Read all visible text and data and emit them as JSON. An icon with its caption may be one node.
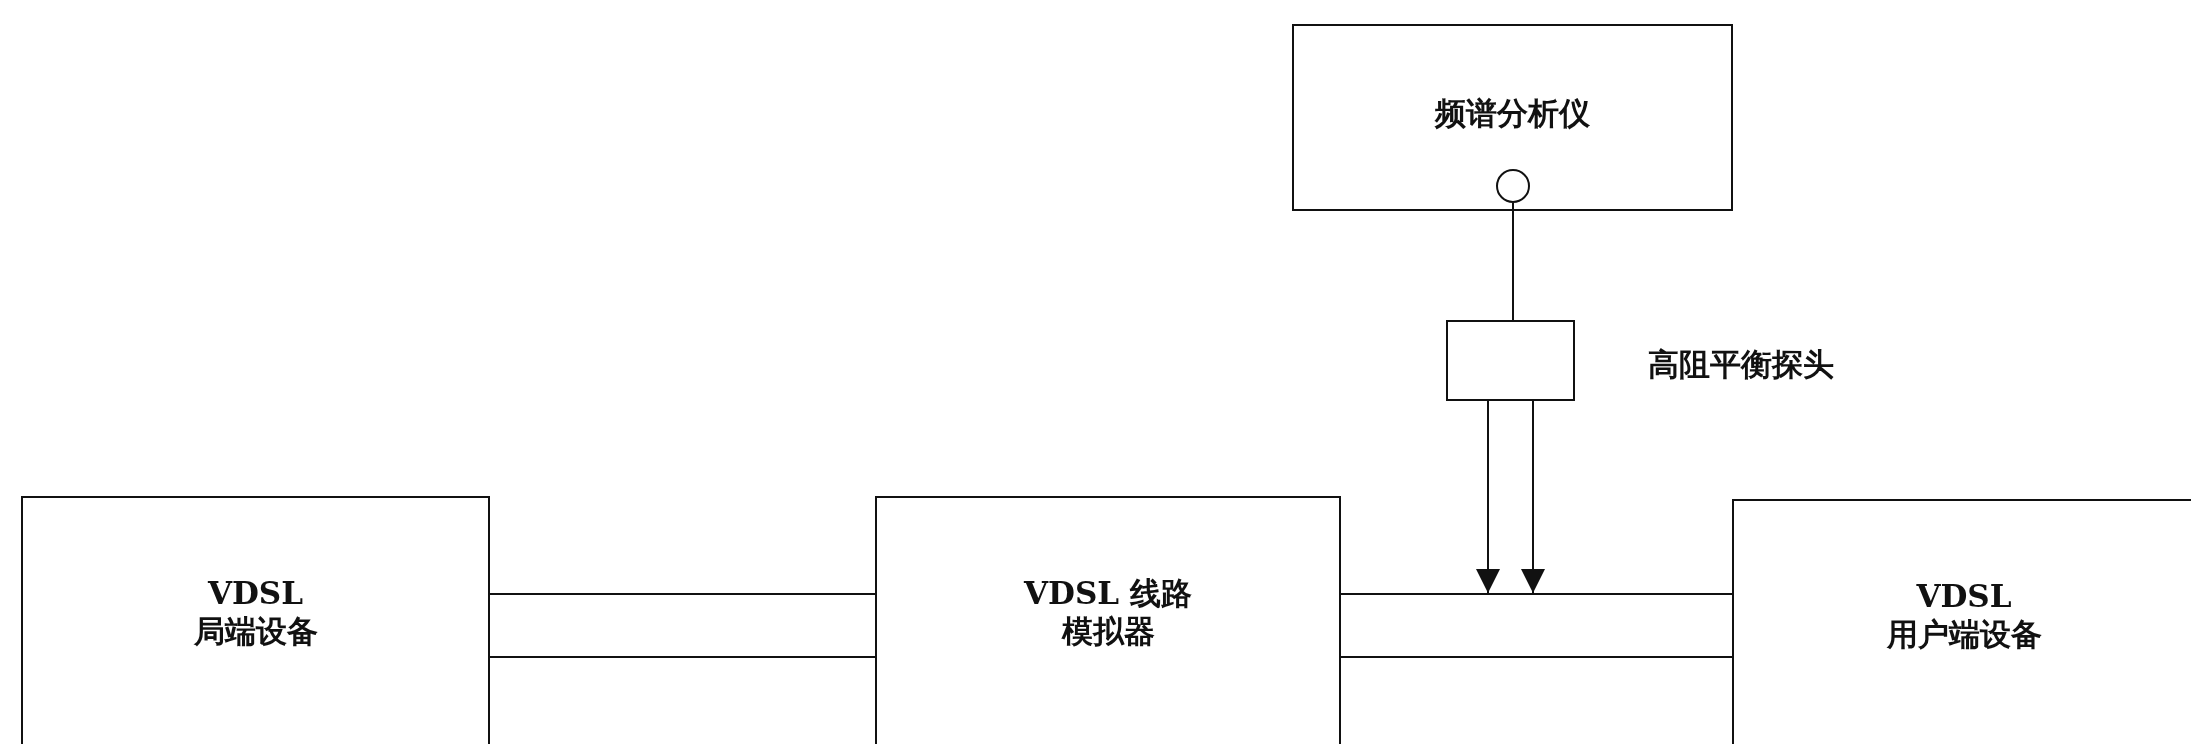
{
  "diagram": {
    "nodes": [
      {
        "text": [
          "频谱分析仪"
        ]
      },
      {
        "text": [],
        "shape": "circle",
        "in": 0
      },
      {
        "text": [],
        "shape": "box",
        "beside": [
          "高阻平衡探头"
        ]
      },
      {
        "text": [
          "VDSL",
          "局端设备"
        ]
      },
      {
        "text": [
          "VDSL 线路",
          "模拟器"
        ]
      },
      {
        "text": [
          "VDSL",
          "用户端设备"
        ]
      }
    ],
    "edges": [
      {
        "from": 3,
        "to": 4,
        "arrow": "none"
      },
      {
        "from": 3,
        "to": 4,
        "arrow": "none"
      },
      {
        "from": 4,
        "to": 5,
        "arrow": "none"
      },
      {
        "from": 4,
        "to": 5,
        "arrow": "none"
      },
      {
        "from": 1,
        "to": 2,
        "arrow": "none"
      },
      {
        "from": 2,
        "to": null,
        "arrow": "to"
      },
      {
        "from": 2,
        "to": null,
        "arrow": "to"
      }
    ]
  }
}
